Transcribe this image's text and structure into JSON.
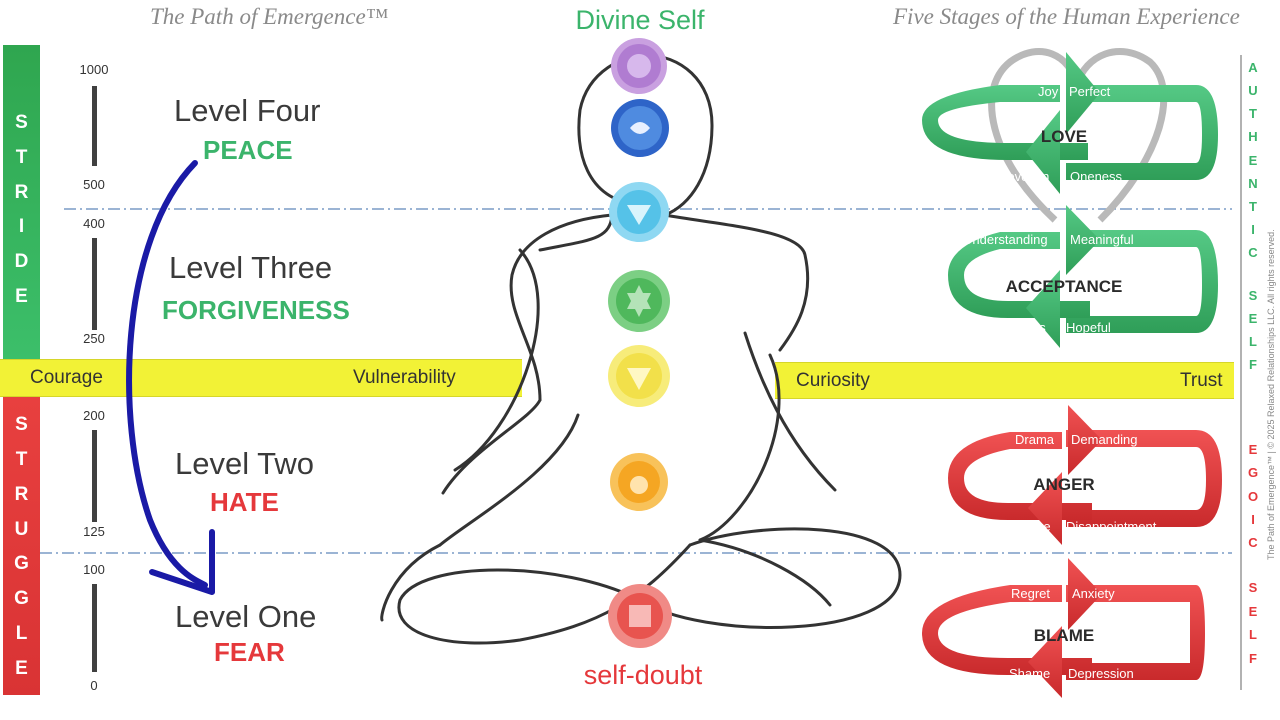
{
  "header": {
    "left_title": "The Path of Emergence™",
    "center_top": "Divine Self",
    "right_title": "Five Stages of the Human Experience",
    "bottom_label": "self-doubt"
  },
  "sidebar": {
    "stride": [
      "S",
      "T",
      "R",
      "I",
      "D",
      "E"
    ],
    "struggle": [
      "S",
      "T",
      "R",
      "U",
      "G",
      "G",
      "L",
      "E"
    ]
  },
  "scale": {
    "labels": [
      "1000",
      "500",
      "400",
      "250",
      "200",
      "125",
      "100",
      "0"
    ]
  },
  "levels": [
    {
      "name": "Level Four",
      "emotion": "PEACE"
    },
    {
      "name": "Level Three",
      "emotion": "FORGIVENESS"
    },
    {
      "name": "Level Two",
      "emotion": "HATE"
    },
    {
      "name": "Level One",
      "emotion": "FEAR"
    }
  ],
  "band": {
    "left": [
      "Courage",
      "Vulnerability"
    ],
    "right": [
      "Curiosity",
      "Trust"
    ]
  },
  "cycles": [
    {
      "title": "LOVE",
      "top": [
        "Joy",
        "Perfect"
      ],
      "bottom": [
        "Devotion",
        "Oneness"
      ],
      "color": "#3bb46b"
    },
    {
      "title": "ACCEPTANCE",
      "top": [
        "Understanding",
        "Meaningful"
      ],
      "bottom": [
        "Willingness",
        "Hopeful"
      ],
      "color": "#3bb46b"
    },
    {
      "title": "ANGER",
      "top": [
        "Drama",
        "Demanding"
      ],
      "bottom": [
        "Desire",
        "Disappointment"
      ],
      "color": "#e5383b"
    },
    {
      "title": "BLAME",
      "top": [
        "Regret",
        "Anxiety"
      ],
      "bottom": [
        "Shame",
        "Depression"
      ],
      "color": "#e5383b"
    }
  ],
  "right_letters": {
    "authentic": [
      "A",
      "U",
      "T",
      "H",
      "E",
      "N",
      "T",
      "I",
      "C"
    ],
    "self_top": [
      "S",
      "E",
      "L",
      "F"
    ],
    "egoic": [
      "E",
      "G",
      "O",
      "I",
      "C"
    ],
    "self_bottom": [
      "S",
      "E",
      "L",
      "F"
    ]
  },
  "copyright": "The Path of Emergence™ | © 2025 Relaxed Relationships LLC. All rights reserved.",
  "colors": {
    "green": "#3bb46b",
    "red": "#e5383b",
    "yellow": "#f2f236",
    "arrow_blue": "#1a1aa6",
    "divider": "#7a9cc6"
  },
  "chakras": [
    {
      "name": "crown",
      "color": "#b07cd1"
    },
    {
      "name": "third-eye",
      "color": "#2e64c8"
    },
    {
      "name": "throat",
      "color": "#55c2e8"
    },
    {
      "name": "heart",
      "color": "#4fb85c"
    },
    {
      "name": "solar-plexus",
      "color": "#f2e04a"
    },
    {
      "name": "sacral",
      "color": "#f5a623"
    },
    {
      "name": "root",
      "color": "#e8544f"
    }
  ]
}
